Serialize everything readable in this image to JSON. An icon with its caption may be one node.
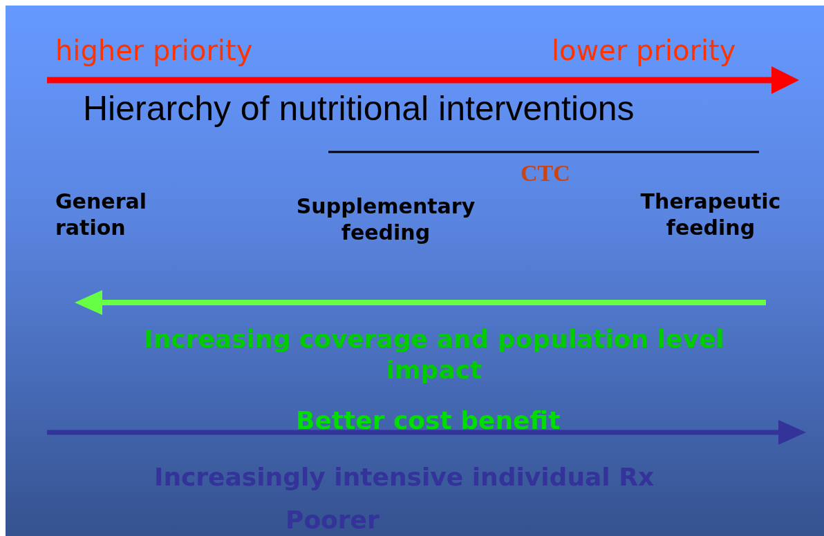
{
  "diagram": {
    "title": "Hierarchy of nutritional interventions",
    "labels": [
      "higher priority",
      "lower priority",
      "CTC",
      "General ration",
      "Supplementary feeding",
      "Therapeutic feeding",
      "Increasing coverage and population level impact",
      "Better cost benefit",
      "Increasingly intensive individual Rx",
      "Poorer"
    ]
  }
}
